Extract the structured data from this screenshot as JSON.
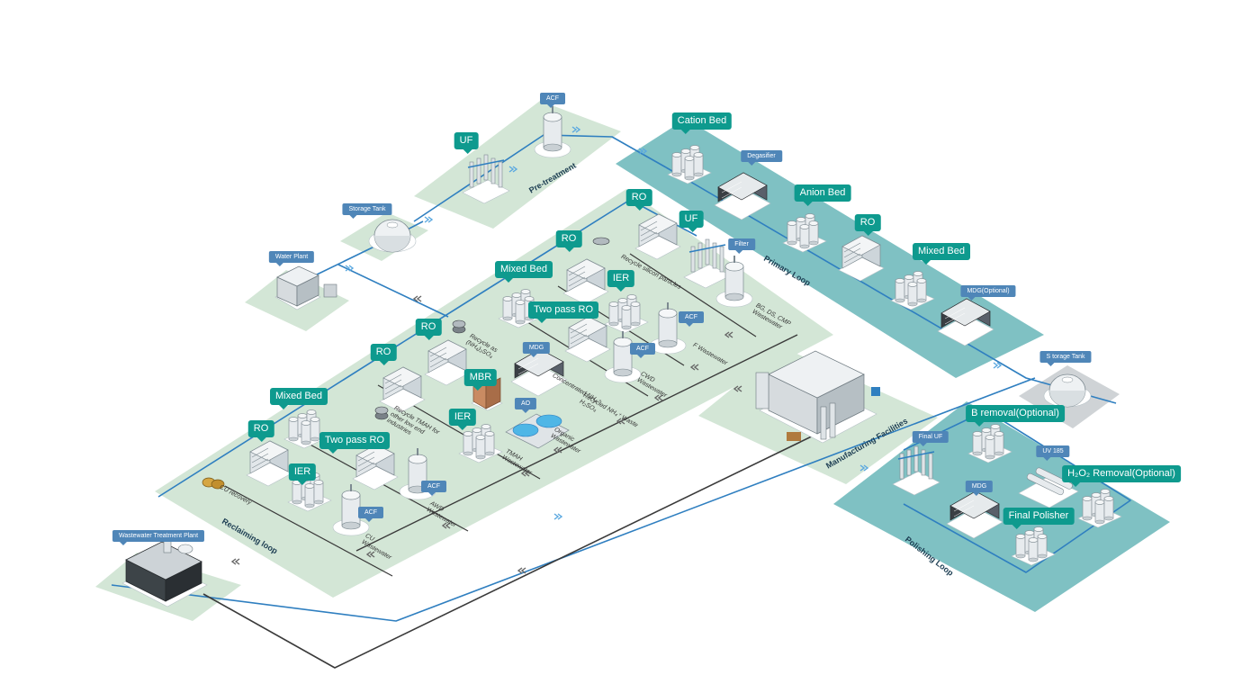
{
  "areas": {
    "pretreatment": "Pre-treatment",
    "primary": "Primary Loop",
    "reclaiming": "Reclaiming loop",
    "polishing": "Polishing Loop",
    "manufacturing": "Manufacturing Facilities"
  },
  "units": {
    "acf_pre": "ACF",
    "uf_pre": "UF",
    "storage1": "Storage Tank",
    "water_plant": "Water Plant",
    "cation": "Cation Bed",
    "degasifier": "Degasifier",
    "anion": "Anion Bed",
    "ro_primary": "RO",
    "mixed_primary": "Mixed Bed",
    "mdg_opt": "MDG(Optional)",
    "ro_r1": "RO",
    "uf_r1": "UF",
    "filter": "Filter",
    "ro_r2": "RO",
    "mixed_r2": "Mixed Bed",
    "ier_r2": "IER",
    "two_pass_r2": "Two pass RO",
    "acf_r2a": "ACF",
    "acf_r2b": "ACF",
    "ro_r3": "RO",
    "mdg_r3": "MDG",
    "ro_r4": "RO",
    "mbr": "MBR",
    "ao": "AO",
    "mixed_r5": "Mixed Bed",
    "ier_r5": "IER",
    "ro_r6": "RO",
    "two_pass_r6": "Two pass RO",
    "ier_r6": "IER",
    "acf_r6a": "ACF",
    "acf_r6b": "ACF",
    "wwtp": "Wastewater Treatment Plant",
    "storage2": "S torage Tank",
    "b_removal": "B removal(Optional)",
    "uv185": "UV 185",
    "h2o2": "H₂O₂ Removal(Optional)",
    "final_uf": "Final UF",
    "mdg_p": "MDG",
    "final_polisher": "Final Polisher"
  },
  "streams": {
    "bg_ds_cmp": "BG, DS, CMP Wastewater",
    "f_ww": "F Wastewater",
    "cwd_ww": "CWD Wastewater",
    "recycled_nh": "Recycled NH₄⁺ Waste H₂SO₄",
    "concentrated": "Concentrated NH₄⁺",
    "organic_ww": "Organic Wastewater",
    "tmah_ww": "TMAH Wastewater",
    "awd_ww": "AWD Wastewater",
    "cu_ww": "CU Wastewater",
    "recycle_silicon": "Recycle silicon particles",
    "recycle_nh4": "Recycle as (NH₄)₂SO₄",
    "recycle_tmah": "Recycle TMAH for other low end industries",
    "cu_recovery": "CU recovery"
  },
  "colors": {
    "green_area": "#d3e6d6",
    "teal_area": "#7fc1c3",
    "pipe_blue": "#2f7fc0",
    "pipe_dark": "#3a3a3a",
    "label_teal": "#0e9a8e",
    "label_blue": "#4f86b8"
  }
}
